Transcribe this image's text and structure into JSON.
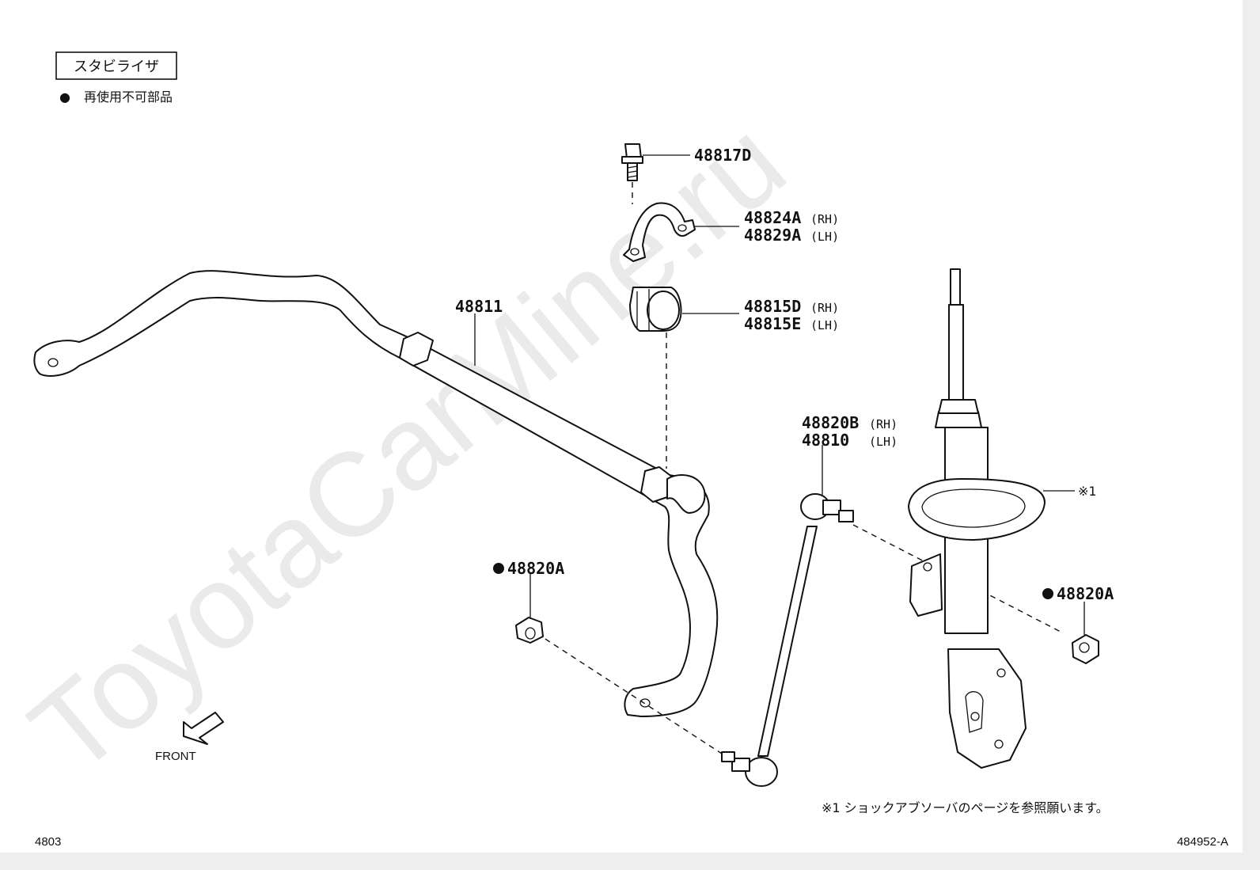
{
  "title_box": "スタビライザ",
  "legend": {
    "bullet": "●",
    "text": "再使用不可部品"
  },
  "watermark": "ToyotaCarMine.ru",
  "parts": {
    "bolt": "48817D",
    "bracket_rh": "48824A",
    "bracket_lh": "48829A",
    "bushing_rh": "48815D",
    "bushing_lh": "48815E",
    "stabilizer_bar": "48811",
    "link_rh": "48820B",
    "link_lh": "48810",
    "nut_left": "48820A",
    "nut_right": "48820A"
  },
  "side_labels": {
    "rh": "(RH)",
    "lh": "(LH)"
  },
  "note_marker": "※1",
  "footnote": "※1 ショックアブソーバのページを参照願います。",
  "front_label": "FRONT",
  "page_code": "4803",
  "drawing_id": "484952-A"
}
